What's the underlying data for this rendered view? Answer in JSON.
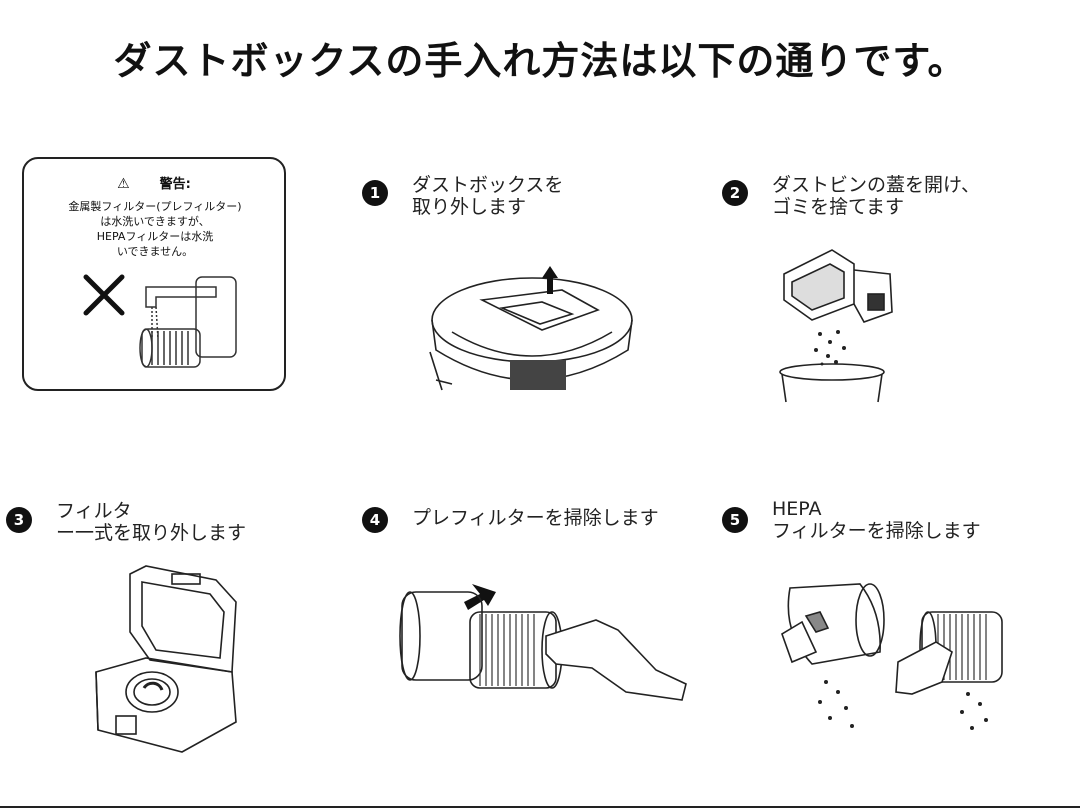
{
  "title": "ダストボックスの手入れ方法は以下の通りです。",
  "warning": {
    "icon": "warning-triangle-icon",
    "heading": "警告:",
    "body": "金属製フィルター(プレフィルター)\nは水洗いできますが、\nHEPAフィルターは水洗\nいできません。"
  },
  "steps": [
    {
      "number": "1",
      "caption": "ダストボックスを\n取り外します"
    },
    {
      "number": "2",
      "caption": "ダストビンの蓋を開け、\nゴミを捨てます"
    },
    {
      "number": "3",
      "caption": "フィルタ\nー一式を取り外します"
    },
    {
      "number": "4",
      "caption": "プレフィルターを掃除します"
    },
    {
      "number": "5",
      "caption": "HEPA\nフィルターを掃除します"
    }
  ]
}
